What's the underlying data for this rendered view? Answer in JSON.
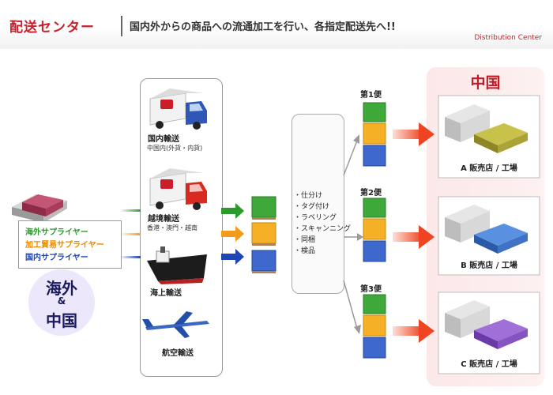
{
  "header": {
    "title": "配送センター",
    "subtitle": "国内外からの商品への流通加工を行い、各指定配送先へ!!",
    "en_label": "Distribution Center"
  },
  "suppliers": {
    "items": [
      {
        "label": "海外サプライヤー",
        "color": "#2c9a2c"
      },
      {
        "label": "加工貿易サプライヤー",
        "color": "#e98a00"
      },
      {
        "label": "国内サプライヤー",
        "color": "#1d45b3"
      }
    ]
  },
  "origin": {
    "line1": "海外",
    "amp": "&",
    "line2": "中国"
  },
  "transport": {
    "domestic": {
      "label": "国内輸送",
      "sub": "中国内(外貨・内貨)"
    },
    "crossborder": {
      "label": "越境輸送",
      "sub": "香港・澳門・越南"
    },
    "sea": {
      "label": "海上輸送"
    },
    "air": {
      "label": "航空輸送"
    }
  },
  "processing": {
    "items": [
      "・仕分け",
      "・タグ付け",
      "・ラベリング",
      "・スキャンニング",
      "・同梱",
      "・検品"
    ]
  },
  "flights": [
    "第1便",
    "第2便",
    "第3便"
  ],
  "destination": {
    "title": "中国",
    "stores": [
      "A 販売店 / 工場",
      "B 販売店 / 工場",
      "C 販売店 / 工場"
    ]
  },
  "colors": {
    "brand_red": "#cc1d2a",
    "arrow_green": "#2c9a2c",
    "arrow_orange": "#f39a1a",
    "arrow_blue": "#1d45b3",
    "delivery_arrow": "#ee4422",
    "china_bg": "#fce8e8"
  }
}
